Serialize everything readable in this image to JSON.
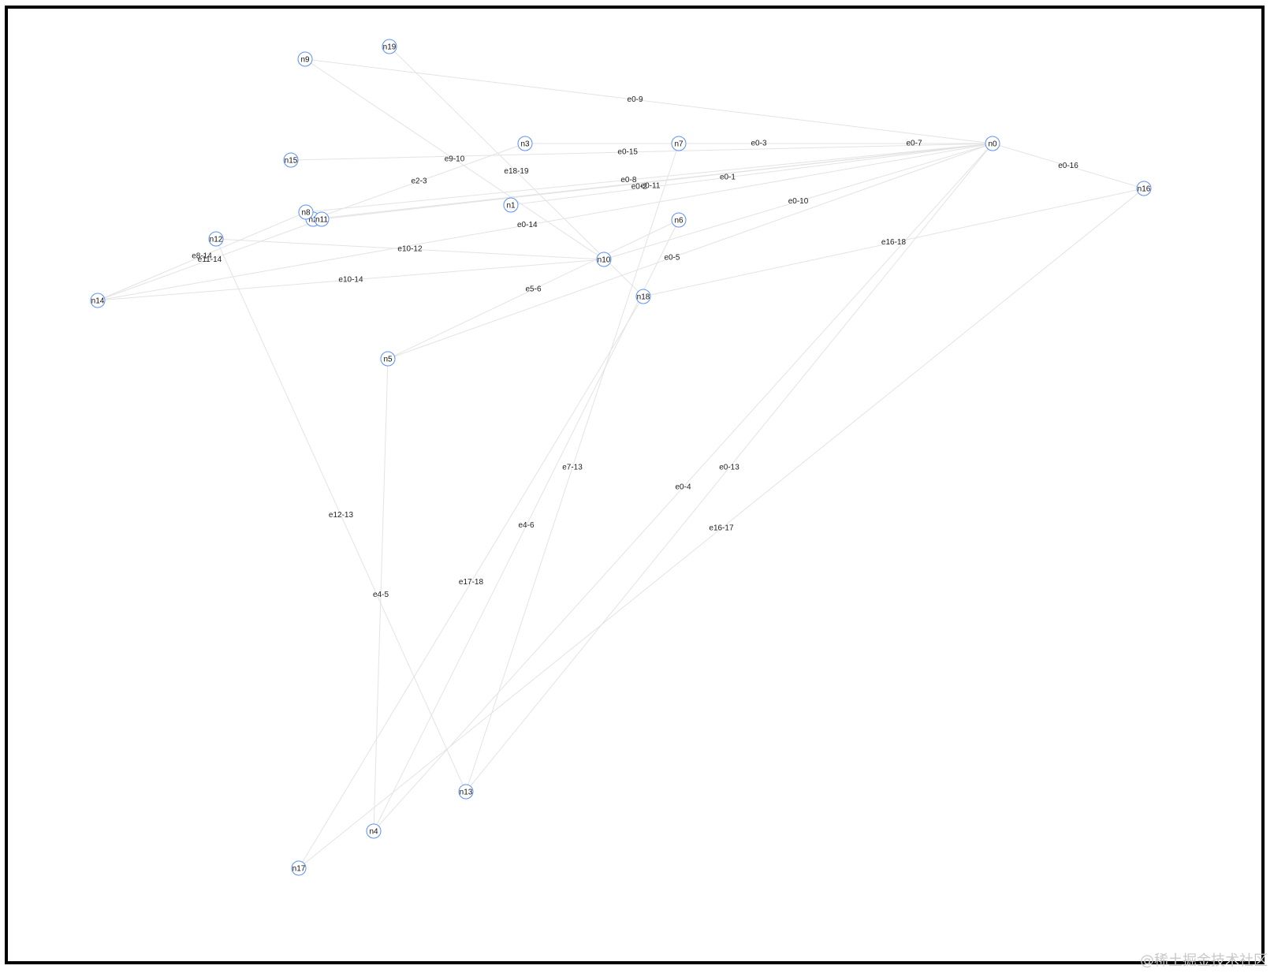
{
  "colors": {
    "edge": "#e3e3e3",
    "node_stroke": "#5b8ff9",
    "frame": "#000000",
    "watermark": "#c8c8c8"
  },
  "watermark": "@稀土掘金技术社区",
  "nodes": [
    "n0",
    "n1",
    "n2",
    "n3",
    "n4",
    "n5",
    "n6",
    "n7",
    "n8",
    "n9",
    "n10",
    "n11",
    "n12",
    "n13",
    "n14",
    "n15",
    "n16",
    "n17",
    "n18",
    "n19"
  ],
  "edges": [
    {
      "id": "e0-9",
      "source": "n0",
      "target": "n9"
    },
    {
      "id": "e0-3",
      "source": "n0",
      "target": "n3"
    },
    {
      "id": "e0-7",
      "source": "n0",
      "target": "n7"
    },
    {
      "id": "e0-15",
      "source": "n0",
      "target": "n15"
    },
    {
      "id": "e0-16",
      "source": "n0",
      "target": "n16"
    },
    {
      "id": "e0-1",
      "source": "n0",
      "target": "n1"
    },
    {
      "id": "e0-8",
      "source": "n0",
      "target": "n8"
    },
    {
      "id": "e0-2",
      "source": "n0",
      "target": "n2"
    },
    {
      "id": "e0-11",
      "source": "n0",
      "target": "n11"
    },
    {
      "id": "e0-10",
      "source": "n0",
      "target": "n10"
    },
    {
      "id": "e0-14",
      "source": "n0",
      "target": "n14"
    },
    {
      "id": "e0-5",
      "source": "n0",
      "target": "n5"
    },
    {
      "id": "e0-13",
      "source": "n0",
      "target": "n13"
    },
    {
      "id": "e0-4",
      "source": "n0",
      "target": "n4"
    },
    {
      "id": "e9-10",
      "source": "n9",
      "target": "n10"
    },
    {
      "id": "e18-19",
      "source": "n18",
      "target": "n19"
    },
    {
      "id": "e2-3",
      "source": "n2",
      "target": "n3"
    },
    {
      "id": "e10-12",
      "source": "n10",
      "target": "n12"
    },
    {
      "id": "e10-14",
      "source": "n10",
      "target": "n14"
    },
    {
      "id": "e8-14",
      "source": "n8",
      "target": "n14"
    },
    {
      "id": "e11-14",
      "source": "n11",
      "target": "n14"
    },
    {
      "id": "e5-6",
      "source": "n5",
      "target": "n6"
    },
    {
      "id": "e16-18",
      "source": "n16",
      "target": "n18"
    },
    {
      "id": "e7-13",
      "source": "n7",
      "target": "n13"
    },
    {
      "id": "e12-13",
      "source": "n12",
      "target": "n13"
    },
    {
      "id": "e4-6",
      "source": "n4",
      "target": "n6"
    },
    {
      "id": "e4-5",
      "source": "n4",
      "target": "n5"
    },
    {
      "id": "e16-17",
      "source": "n16",
      "target": "n17"
    },
    {
      "id": "e17-18",
      "source": "n17",
      "target": "n18"
    }
  ]
}
